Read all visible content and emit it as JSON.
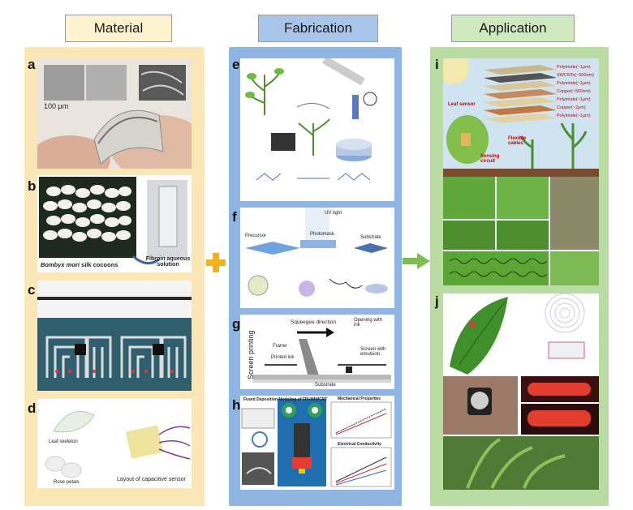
{
  "columns": {
    "material": {
      "title": "Material",
      "bg": "#fbe6b6",
      "header_bg": "#fff2cf"
    },
    "fabrication": {
      "title": "Fabrication",
      "bg": "#8fb5e2",
      "header_bg": "#a9c5ea"
    },
    "application": {
      "title": "Application",
      "bg": "#b8dca1",
      "header_bg": "#cfe8c0"
    }
  },
  "panels": {
    "a": {
      "label": "a",
      "scale_bar": "100 μm"
    },
    "b": {
      "label": "b",
      "left_caption_italic": "Bombyx mori",
      "left_caption_rest": " silk cocoons",
      "right_caption": "Fibroin aqueous solution"
    },
    "c": {
      "label": "c"
    },
    "d": {
      "label": "d",
      "caption_leaf": "Leaf skeleton",
      "caption_petals": "Rose petals",
      "caption_sensor": "Layout of capacitive sensor"
    },
    "e": {
      "label": "e"
    },
    "f": {
      "label": "f",
      "uv": "UV light",
      "photomask": "Photomask",
      "precursor": "Precursor",
      "substrate": "Substrate"
    },
    "g": {
      "label": "g",
      "vertical": "Screen printing",
      "squeegee": "Squeegee direction",
      "opening": "Opening with ink",
      "frame": "Frame",
      "printed_ink": "Printed ink",
      "screen": "Screen with emulsion",
      "substrate": "Substrate"
    },
    "h": {
      "label": "h",
      "title_left": "Fused Deposition Modeling of TPU/MWCNT",
      "mech": "Mechanical Properties",
      "elec": "Electrical Conductivity"
    },
    "i": {
      "label": "i",
      "leaf_sensor": "Leaf sensor",
      "flexible": "Flexible cables",
      "sensing": "Sensing circuit",
      "layers": [
        "Polyimide(~1μm)",
        "SWCNTs(~500nm)",
        "Polyimide(~1μm)",
        "Copper(~500nm)",
        "Polyimide(~1μm)",
        "Copper(~2μm)",
        "Polyimide(~1μm)"
      ]
    },
    "j": {
      "label": "j"
    }
  },
  "colors": {
    "plus": "#f2b21b",
    "arrow": "#7cbf4f"
  },
  "icons": {
    "plus": "plus-icon",
    "arrow": "right-arrow-icon"
  }
}
